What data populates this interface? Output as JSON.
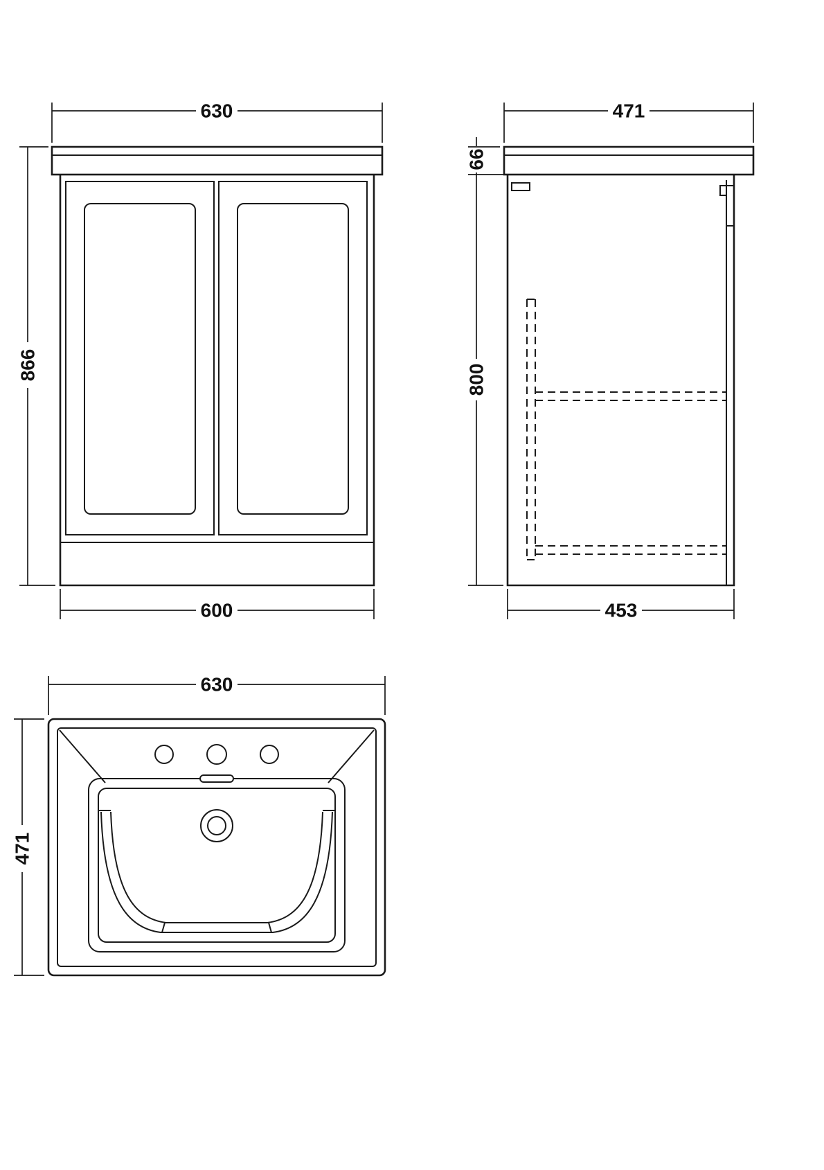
{
  "drawing": {
    "description": "vanity-unit-with-basin-technical-drawing",
    "line_color": "#1a1a1a",
    "background": "#ffffff",
    "front_view": {
      "dim_top_width": "630",
      "dim_height": "866",
      "dim_bottom_width": "600"
    },
    "side_view": {
      "dim_top_depth": "471",
      "dim_worktop_height": "66",
      "dim_cabinet_height": "800",
      "dim_bottom_depth": "453"
    },
    "plan_view": {
      "dim_width": "630",
      "dim_depth": "471"
    }
  }
}
